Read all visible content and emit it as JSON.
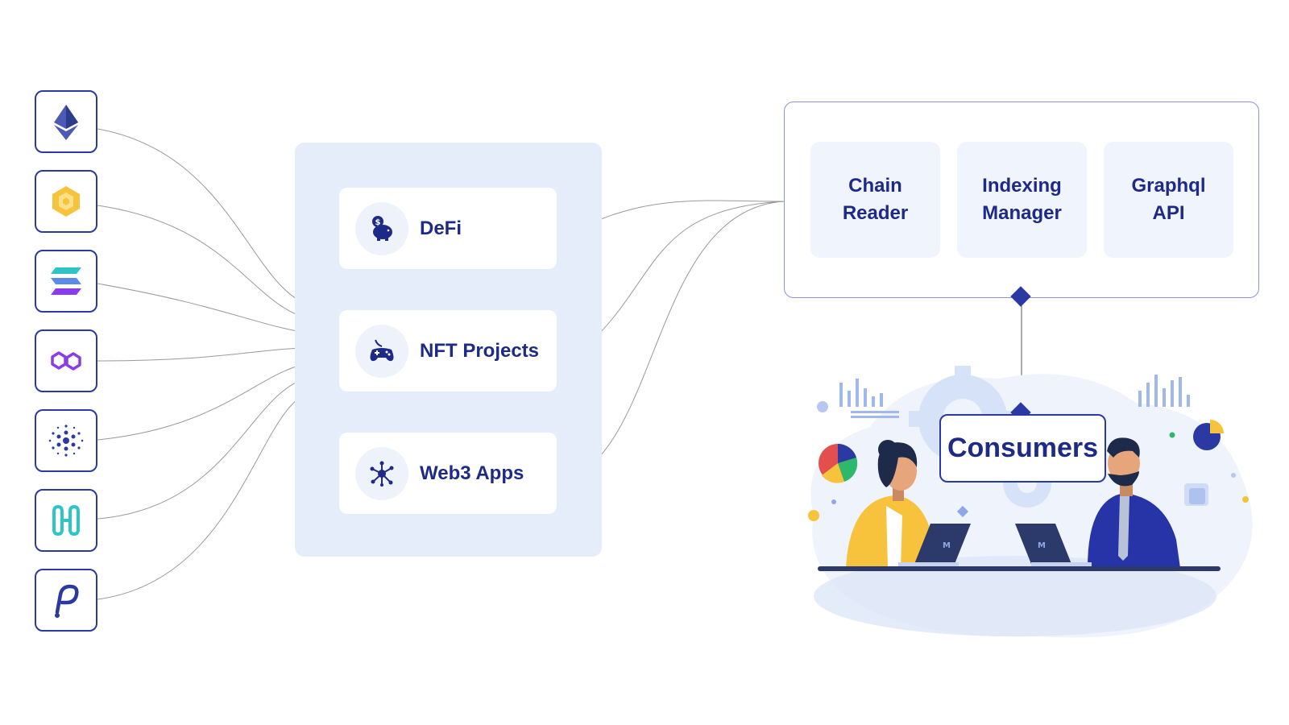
{
  "chains": [
    {
      "icon": "ethereum-icon"
    },
    {
      "icon": "bnb-chain-icon"
    },
    {
      "icon": "solana-icon"
    },
    {
      "icon": "polygon-icon"
    },
    {
      "icon": "cardano-icon"
    },
    {
      "icon": "harmony-icon"
    },
    {
      "icon": "polkadot-icon"
    }
  ],
  "categories": [
    {
      "label": "DeFi",
      "icon": "piggy-bank-icon"
    },
    {
      "label": "NFT Projects",
      "icon": "gamepad-icon"
    },
    {
      "label": "Web3 Apps",
      "icon": "network-nodes-icon"
    }
  ],
  "modules": [
    {
      "label": "Chain\nReader"
    },
    {
      "label": "Indexing\nManager"
    },
    {
      "label": "Graphql\nAPI"
    }
  ],
  "consumers": {
    "label": "Consumers"
  },
  "colors": {
    "primary": "#1e2a87",
    "border": "#2b3aa3",
    "panel": "#e5ecfa",
    "accent_yellow": "#f7c23c"
  }
}
